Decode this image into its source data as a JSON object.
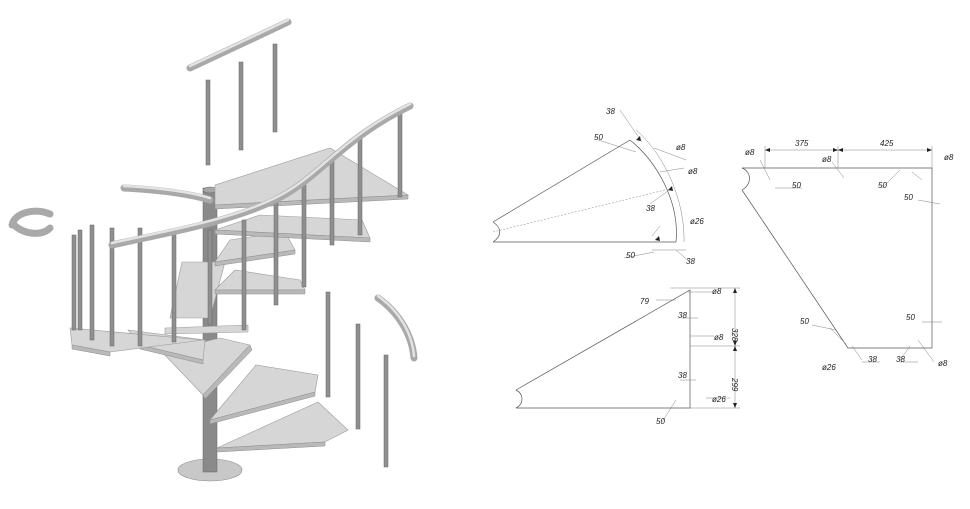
{
  "colors": {
    "background": "#ffffff",
    "line": "#555555",
    "tread": "#d6d6d6",
    "metal": "#8f8f8f"
  },
  "drawing_a": {
    "dim_38_top": "38",
    "dim_50_top": "50",
    "dim_d8_top": "ø8",
    "dim_d8_mid": "ø8",
    "dim_38_mid": "38",
    "dim_d26": "ø26",
    "dim_50_bottom": "50",
    "dim_38_bottom": "38"
  },
  "drawing_b": {
    "dim_375": "375",
    "dim_425": "425",
    "dim_d8_left": "ø8",
    "dim_d8_center": "ø8",
    "dim_d8_right": "ø8",
    "dim_50_left": "50",
    "dim_50_right": "50",
    "dim_50_side": "50",
    "dim_50_lower_left": "50",
    "dim_50_lower_right": "50",
    "dim_d26": "ø26",
    "dim_38_a": "38",
    "dim_38_b": "38",
    "dim_d8_bottom": "ø8"
  },
  "drawing_c": {
    "dim_79": "79",
    "dim_d8_top": "ø8",
    "dim_38_top": "38",
    "dim_328": "328",
    "dim_d8_mid": "ø8",
    "dim_299": "299",
    "dim_38_bottom": "38",
    "dim_d26": "ø26",
    "dim_50": "50"
  }
}
